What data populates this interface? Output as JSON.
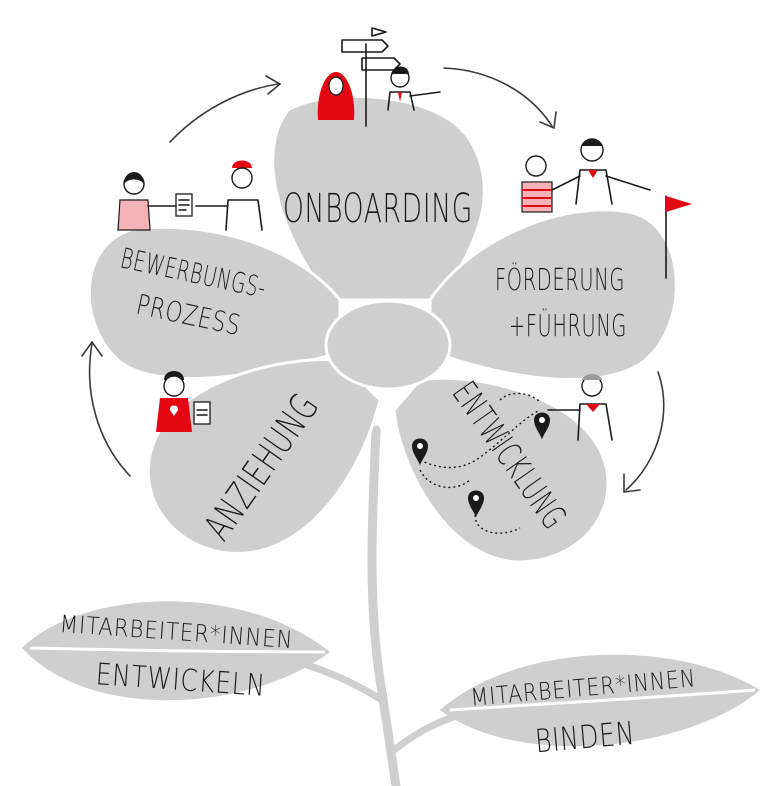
{
  "petals": {
    "onboarding": "ONBOARDING",
    "bewerbung_line1": "BEWERBUNGS-",
    "bewerbung_line2": "PROZESS",
    "foerderung_line1": "FÖRDERUNG",
    "foerderung_line2": "+FÜHRUNG",
    "anziehung": "ANZIEHUNG",
    "entwicklung": "ENTWICKLUNG"
  },
  "leaves": {
    "left_line1": "MITARBEITER*INNEN",
    "left_line2": "ENTWICKELN",
    "right_line1": "MITARBEITER*INNEN",
    "right_line2": "BINDEN"
  },
  "colors": {
    "petal": "#cfcfcf",
    "accent": "#e30613",
    "ink": "#1a1a1a"
  }
}
